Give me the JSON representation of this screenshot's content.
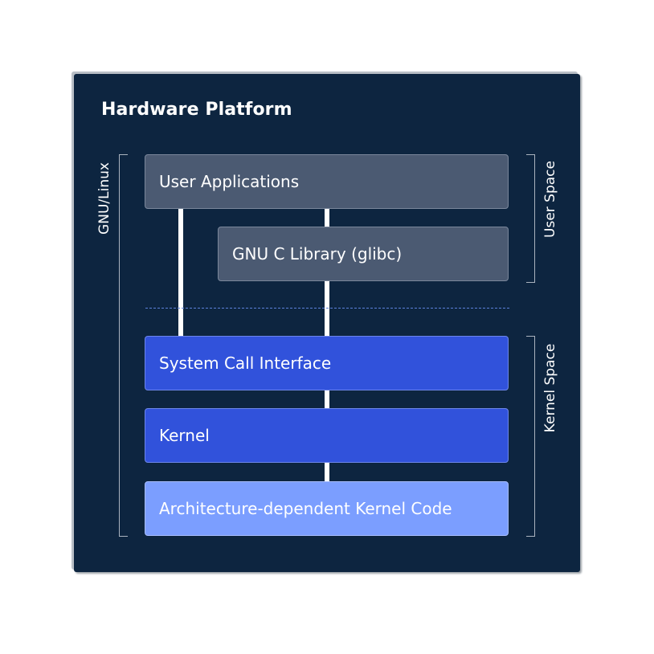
{
  "diagram": {
    "title": "Hardware Platform",
    "side_label_left": "GNU/Linux",
    "side_label_user": "User Space",
    "side_label_kernel": "Kernel Space",
    "layers": {
      "user_applications": "User Applications",
      "glibc": "GNU C Library (glibc)",
      "system_call_interface": "System Call Interface",
      "kernel": "Kernel",
      "arch_code": "Architecture-dependent Kernel Code"
    },
    "colors": {
      "background": "#0d2540",
      "user_space_box": "#4b5a72",
      "kernel_box": "#3152db",
      "arch_box": "#7b9eff",
      "boundary_dash": "#5b7fd9"
    }
  }
}
